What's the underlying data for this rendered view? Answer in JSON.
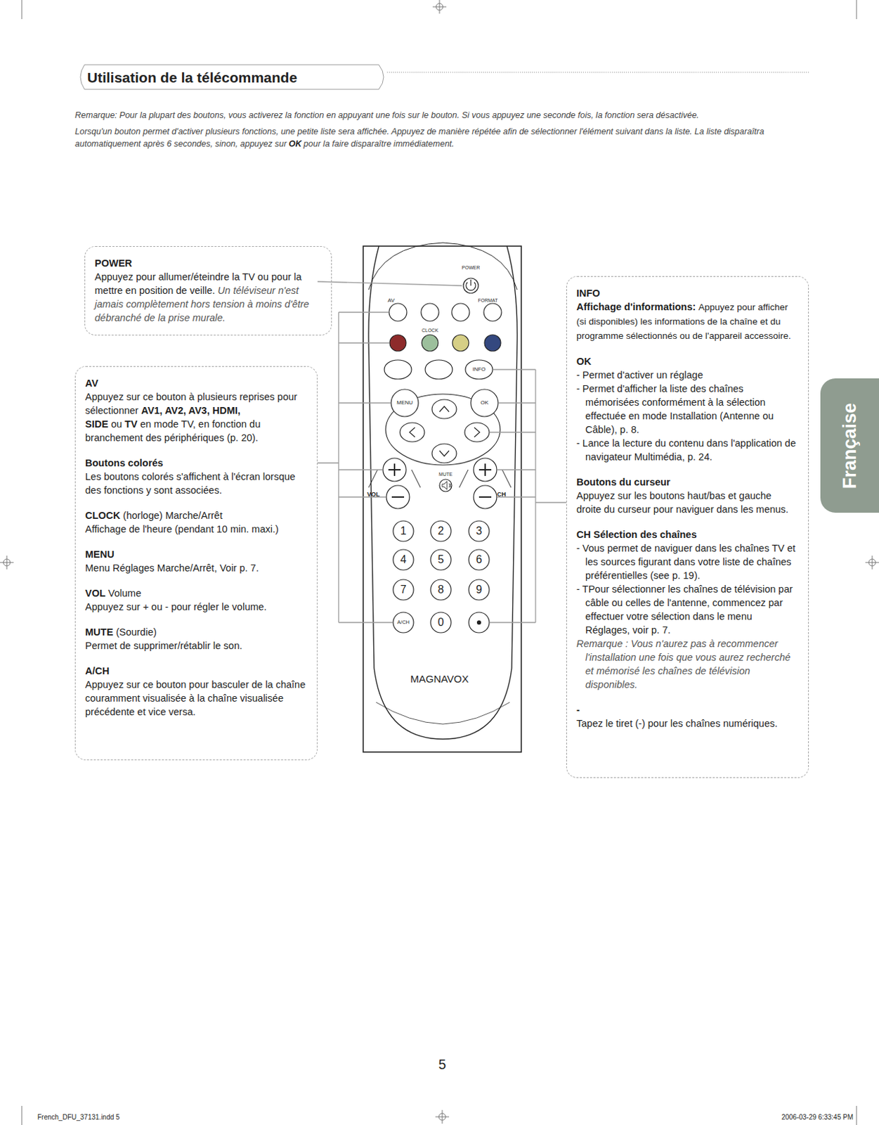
{
  "diagram": {
    "title": "Utilisation de la télécommande",
    "nodes": [
      {
        "text": [
          "POWER",
          "Appuyez pour allumer/éteindre la TV ou pour la mettre en position de veille.",
          "Un téléviseur n'est jamais complètement hors tension à moins d'être débranché de la prise murale."
        ]
      },
      {
        "text": [
          "AV",
          "Appuyez sur ce bouton à plusieurs reprises pour sélectionner",
          "AV1, AV2, AV3, HDMI, SIDE",
          "ou",
          "TV",
          "en mode TV, en fonction du branchement des périphériques (p. 20).",
          "Boutons colorés",
          "Les boutons colorés s'affichent à l'écran lorsque des fonctions y sont associées.",
          "CLOCK",
          "(horloge) Marche/Arrêt",
          "Affichage de l'heure (pendant 10 min. maxi.)",
          "MENU",
          "Menu Réglages Marche/Arrêt, Voir p. 7.",
          "VOL",
          "Volume",
          "Appuyez sur + ou - pour régler le volume.",
          "MUTE",
          "(Sourdie)",
          "Permet de supprimer/rétablir le son.",
          "A/CH",
          "Appuyez sur ce bouton pour basculer de la chaîne couramment visualisée à la chaîne visualisée précédente et vice versa."
        ]
      },
      {
        "text": [
          "INFO",
          "Affichage d'informations:",
          "Appuyez pour afficher (si disponibles) les informations de la chaîne et du programme sélectionnés ou de l'appareil accessoire.",
          "OK",
          "- Permet d'activer un réglage",
          "- Permet d'afficher la liste des chaînes mémorisées conformément à la sélection effectuée en mode Installation (Antenne ou Câble), p. 8.",
          "- Lance la lecture du contenu dans l'application de navigateur Multimédia, p. 24.",
          "Boutons du curseur",
          "Appuyez sur les boutons haut/bas et gauche droite du curseur pour naviguer dans les menus.",
          "CH Sélection des chaînes",
          "- Vous permet de naviguer dans les chaînes TV et les sources figurant dans votre liste de chaînes préférentielles (see p. 19).",
          "- TPour sélectionner les chaînes de télévision par câble ou celles de l'antenne, commencez par effectuer votre sélection dans le menu Réglages, voir p. 7.",
          "Remarque : Vous n'aurez pas à recommencer l'installation une fois que vous aurez recherché et mémorisé les chaînes de télévision disponibles.",
          "-",
          "Tapez le tiret (-) pour les chaînes numériques."
        ]
      },
      {
        "text": [
          "Française"
        ]
      }
    ],
    "labels": [
      "Remarque: Pour la plupart des boutons, vous activerez la fonction en appuyant une fois sur le bouton. Si vous appuyez une seconde fois, la fonction sera désactivée.",
      "Lorsqu'un bouton permet d'activer plusieurs fonctions, une petite liste sera affichée. Appuyez de manière répétée afin de sélectionner l'élément suivant dans la liste. La liste disparaîtra automatiquement après 6 secondes, sinon, appuyez sur",
      "OK",
      "pour la faire disparaître immédiatement.",
      "POWER",
      "AV",
      "FORMAT",
      "CLOCK",
      "INFO",
      "MENU",
      "OK",
      "MUTE",
      "VOL",
      "CH",
      "1",
      "2",
      "3",
      "4",
      "5",
      "6",
      "7",
      "8",
      "9",
      "A/CH",
      "0",
      "MAGNAVOX",
      "5",
      "French_DFU_37131.indd 5",
      "2006-03-29 6:33:45 PM"
    ]
  }
}
